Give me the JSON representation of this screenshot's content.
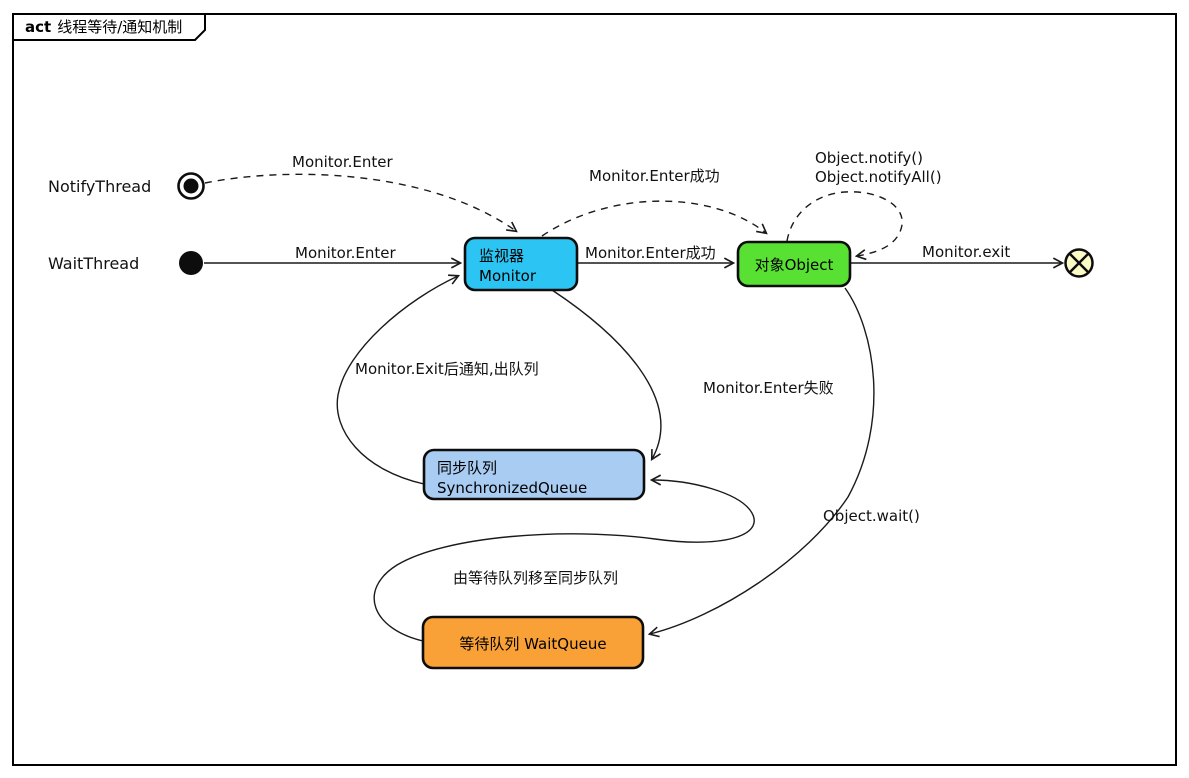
{
  "frame": {
    "title_keyword": "act",
    "title_rest": "线程等待/通知机制"
  },
  "lanes": {
    "notify_thread": "NotifyThread",
    "wait_thread": "WaitThread"
  },
  "nodes": {
    "monitor": {
      "line1": "监视器",
      "line2": "Monitor",
      "fill": "#2CC4F2"
    },
    "object": {
      "label": "对象Object",
      "fill": "#58E033"
    },
    "synchronized_queue": {
      "line1": "同步队列",
      "line2": "SynchronizedQueue",
      "fill": "#A9CCF3"
    },
    "wait_queue": {
      "label": "等待队列 WaitQueue",
      "fill": "#F9A136"
    }
  },
  "terminals": {
    "flow_final_fill": "#FCFDC6"
  },
  "edges": {
    "notify_enter": {
      "label": "Monitor.Enter",
      "style": "dashed"
    },
    "wait_enter": {
      "label": "Monitor.Enter",
      "style": "solid"
    },
    "enter_success_dashed": {
      "label": "Monitor.Enter成功",
      "style": "dashed"
    },
    "enter_success_solid": {
      "label": "Monitor.Enter成功",
      "style": "solid"
    },
    "object_notify": {
      "label_line1": "Object.notify()",
      "label_line2": "Object.notifyAll()",
      "style": "dashed"
    },
    "monitor_exit": {
      "label": "Monitor.exit",
      "style": "solid"
    },
    "exit_notify_dequeue": {
      "label": "Monitor.Exit后通知,出队列",
      "style": "solid"
    },
    "enter_fail": {
      "label": "Monitor.Enter失败",
      "style": "solid"
    },
    "object_wait": {
      "label": "Object.wait()",
      "style": "solid"
    },
    "move_to_sync_queue": {
      "label": "由等待队列移至同步队列",
      "style": "solid"
    }
  }
}
